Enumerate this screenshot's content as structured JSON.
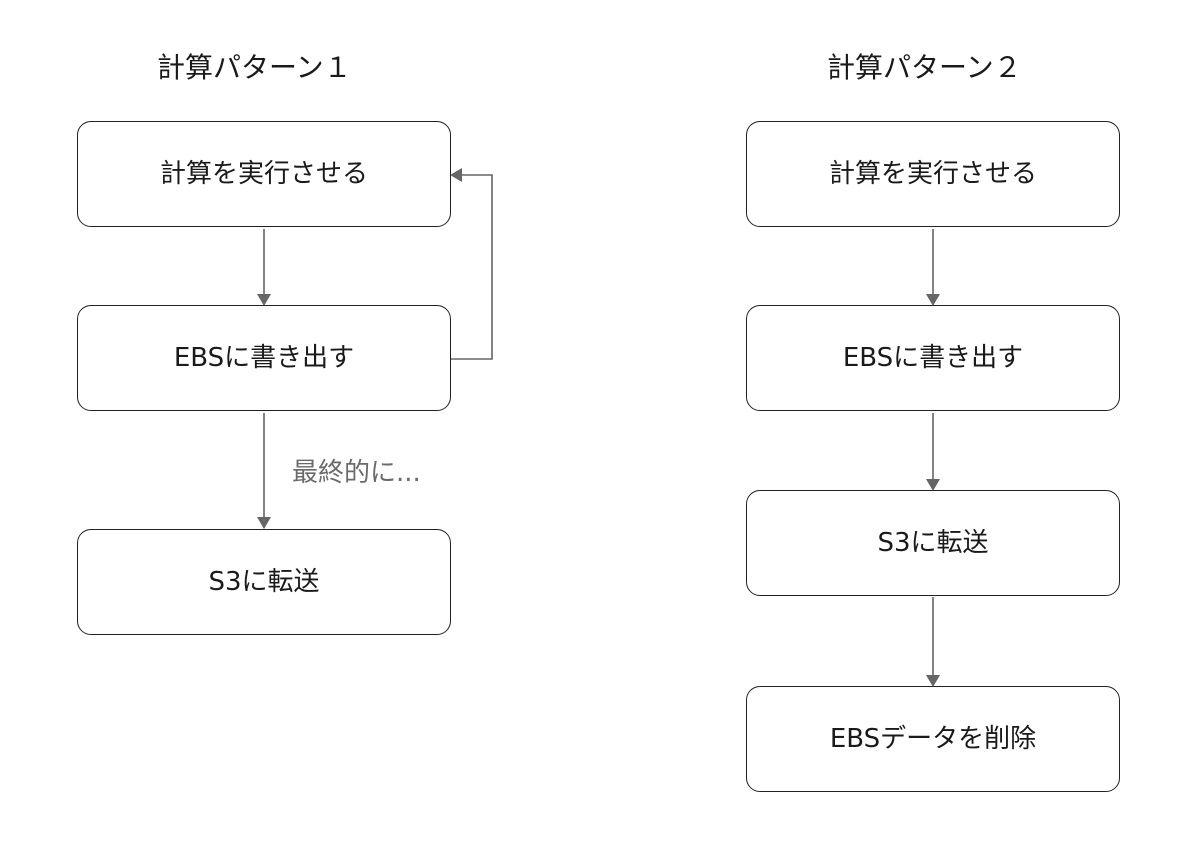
{
  "pattern1": {
    "title": "計算パターン１",
    "steps": [
      "計算を実行させる",
      "EBSに書き出す",
      "S3に転送"
    ],
    "loop_note": "最終的に..."
  },
  "pattern2": {
    "title": "計算パターン２",
    "steps": [
      "計算を実行させる",
      "EBSに書き出す",
      "S3に転送",
      "EBSデータを削除"
    ]
  },
  "colors": {
    "box_border": "#222222",
    "arrow": "#666666",
    "note_text": "#6b6b6b"
  }
}
